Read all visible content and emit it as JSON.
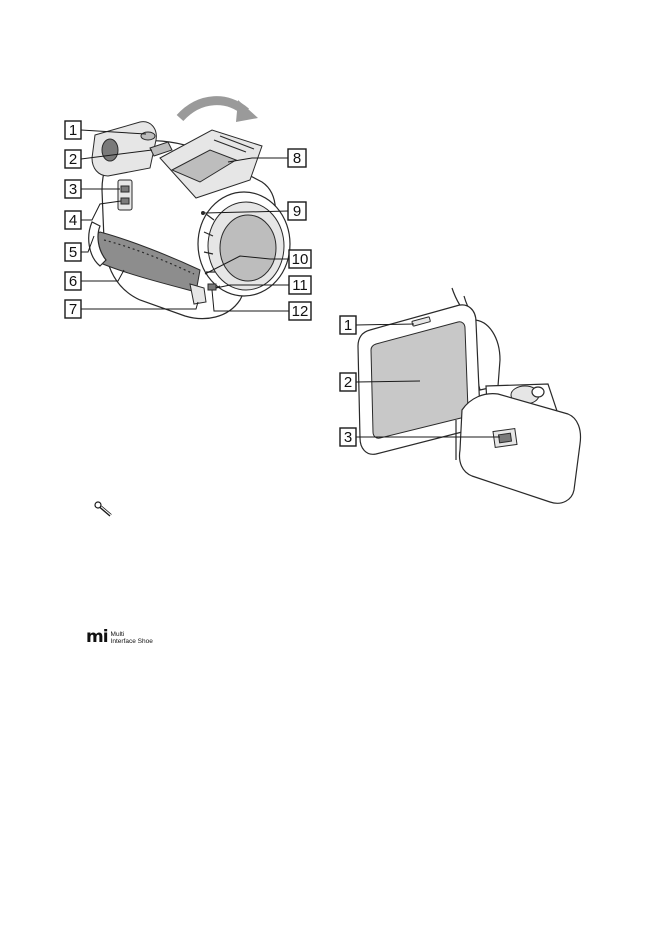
{
  "page": {
    "background": "#ffffff",
    "ink_color": "#1a1a1a",
    "panel_color": "#c8c8c8"
  },
  "figure_camera": {
    "callouts": [
      {
        "id": "1",
        "label": "1"
      },
      {
        "id": "2",
        "label": "2"
      },
      {
        "id": "3",
        "label": "3"
      },
      {
        "id": "4",
        "label": "4"
      },
      {
        "id": "5",
        "label": "5"
      },
      {
        "id": "6",
        "label": "6"
      },
      {
        "id": "7",
        "label": "7"
      },
      {
        "id": "8",
        "label": "8"
      },
      {
        "id": "9",
        "label": "9"
      },
      {
        "id": "10",
        "label": "10"
      },
      {
        "id": "11",
        "label": "11"
      },
      {
        "id": "12",
        "label": "12"
      }
    ]
  },
  "figure_lcd": {
    "callouts": [
      {
        "id": "1",
        "label": "1"
      },
      {
        "id": "2",
        "label": "2"
      },
      {
        "id": "3",
        "label": "3"
      }
    ]
  },
  "icons": {
    "note": "pencil-note-icon",
    "multi_interface_shoe": "multi-interface-shoe-logo-icon"
  },
  "logo": {
    "line1": "Multi",
    "line2": "Interface Shoe"
  }
}
